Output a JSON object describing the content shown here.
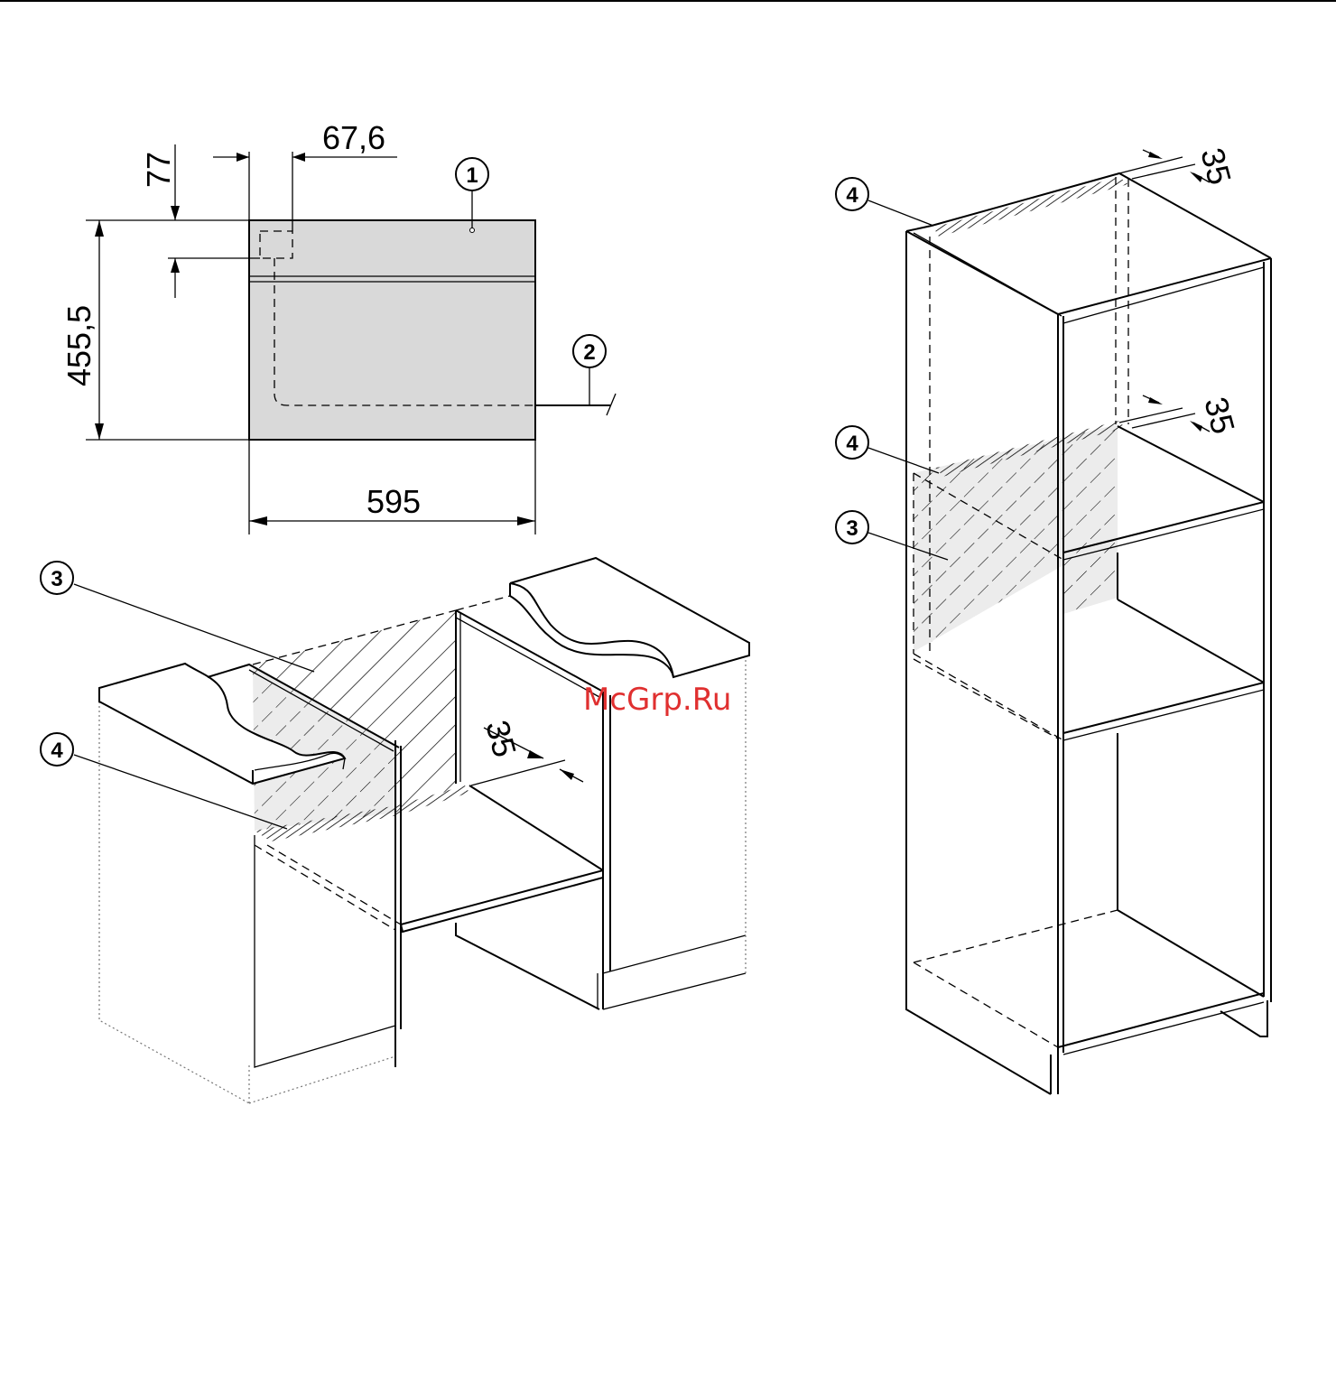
{
  "front_view": {
    "dimensions": {
      "top_offset": "77",
      "side_offset": "67,6",
      "height": "455,5",
      "width": "595"
    }
  },
  "callouts": {
    "c1": "1",
    "c2": "2",
    "c3": "3",
    "c4": "4"
  },
  "base_unit": {
    "gap": "35"
  },
  "tall_unit": {
    "gap_top": "35",
    "gap_middle": "35"
  },
  "watermark": "McGrp.Ru",
  "colors": {
    "appliance_fill": "#d9d9d9",
    "hatch_fill": "#ebebeb",
    "line": "#000000",
    "watermark": "#e03030"
  }
}
